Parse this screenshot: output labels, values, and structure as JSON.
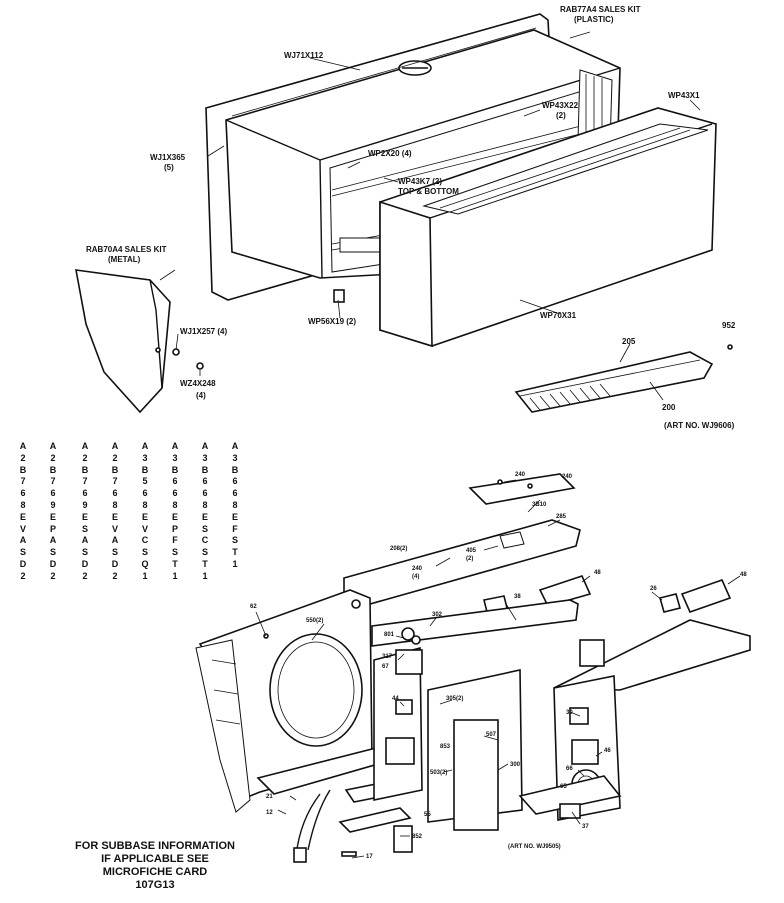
{
  "top_callouts": {
    "rab77a4_kit": "RAB77A4 SALES KIT",
    "rab77a4_material": "(PLASTIC)",
    "wj71x112": "WJ71X112",
    "wp43x22": "WP43X22",
    "wp43x22_qty": "(2)",
    "wp43x1": "WP43X1",
    "wj1x365": "WJ1X365",
    "wj1x365_qty": "(5)",
    "wp2x20": "WP2X20 (4)",
    "wp43k7": "WP43K7 (2)",
    "wp43k7_note": "TOP & BOTTOM",
    "rab70a4_kit": "RAB70A4 SALES KIT",
    "rab70a4_material": "(METAL)",
    "wj1x257": "WJ1X257 (4)",
    "wz4x248": "WZ4X248",
    "wz4x248_qty": "(4)",
    "wp56x19": "WP56X19 (2)",
    "wp70x31": "WP70X31",
    "c205": "205",
    "c952": "952",
    "c200": "200",
    "art_no_top": "(ART NO. WJ9606)"
  },
  "model_columns": [
    "A2B768EVASD2",
    "A2B769EPASD2",
    "A2B769ESASD2",
    "A2B768EVASD2",
    "A3B568EVCSQ1",
    "A3B668EPFST1",
    "A3B668ESCST1",
    "A3B668EFST1"
  ],
  "bottom_callouts": {
    "c240": "240",
    "c3b10": "3B10",
    "c285": "285",
    "c208": "208(2)",
    "c240b": "240",
    "c240b_qty": "(4)",
    "c405": "405",
    "c405_qty": "(2)",
    "c48a": "48",
    "c38": "38",
    "c48b": "48",
    "c26": "26",
    "c62": "62",
    "c550": "550(2)",
    "c302": "302",
    "c801": "801",
    "c317": "317",
    "c67": "67",
    "c44": "44",
    "c305": "305(2)",
    "c507": "507",
    "c853": "853",
    "c503": "503(2)",
    "c30": "30",
    "c46": "46",
    "c66": "66",
    "c65": "65",
    "c21": "21",
    "c12": "12",
    "c55": "55",
    "c17": "17",
    "c852": "852",
    "c37": "37",
    "c300": "300",
    "art_no_bottom": "(ART NO. WJ9505)"
  },
  "subbase_note": [
    "FOR SUBBASE INFORMATION",
    "IF APPLICABLE SEE",
    "MICROFICHE CARD",
    "107G13"
  ]
}
